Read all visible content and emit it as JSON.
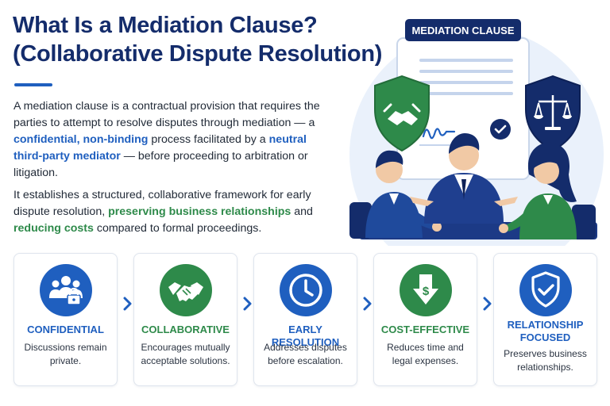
{
  "title_line1": "What Is a Mediation Clause?",
  "title_line2": "(Collaborative Dispute Resolution)",
  "para1": {
    "t1": "A mediation clause is a contractual provision that requires the parties to attempt to resolve disputes through mediation — a ",
    "h1": "confidential, non-binding",
    "t2": " process facilitated by a ",
    "h2": "neutral third-party mediator",
    "t3": " — before proceeding to arbitration or litigation."
  },
  "para2": {
    "t1": "It establishes a structured, collaborative framework for early dispute resolution, ",
    "h1": "preserving business relationships",
    "t2": " and ",
    "h2": "reducing costs",
    "t3": " compared to formal proceedings."
  },
  "document_label": "MEDIATION CLAUSE",
  "cards": [
    {
      "title": "CONFIDENTIAL",
      "desc": "Discussions remain private.",
      "icon": "people-lock-icon",
      "color": "#1f5fbf"
    },
    {
      "title": "COLLABORATIVE",
      "desc": "Encourages mutually acceptable solutions.",
      "icon": "handshake-icon",
      "color": "#2e8a4a"
    },
    {
      "title": "EARLY RESOLUTION",
      "desc": "Addresses disputes before escalation.",
      "icon": "clock-icon",
      "color": "#1f5fbf"
    },
    {
      "title": "COST-EFFECTIVE",
      "desc": "Reduces time and legal expenses.",
      "icon": "dollar-down-icon",
      "color": "#2e8a4a"
    },
    {
      "title": "RELATIONSHIP FOCUSED",
      "desc": "Preserves business relationships.",
      "icon": "shield-check-icon",
      "color": "#1f5fbf"
    }
  ],
  "colors": {
    "navy": "#142c6b",
    "blue": "#1f5fbf",
    "green": "#2e8a4a"
  }
}
